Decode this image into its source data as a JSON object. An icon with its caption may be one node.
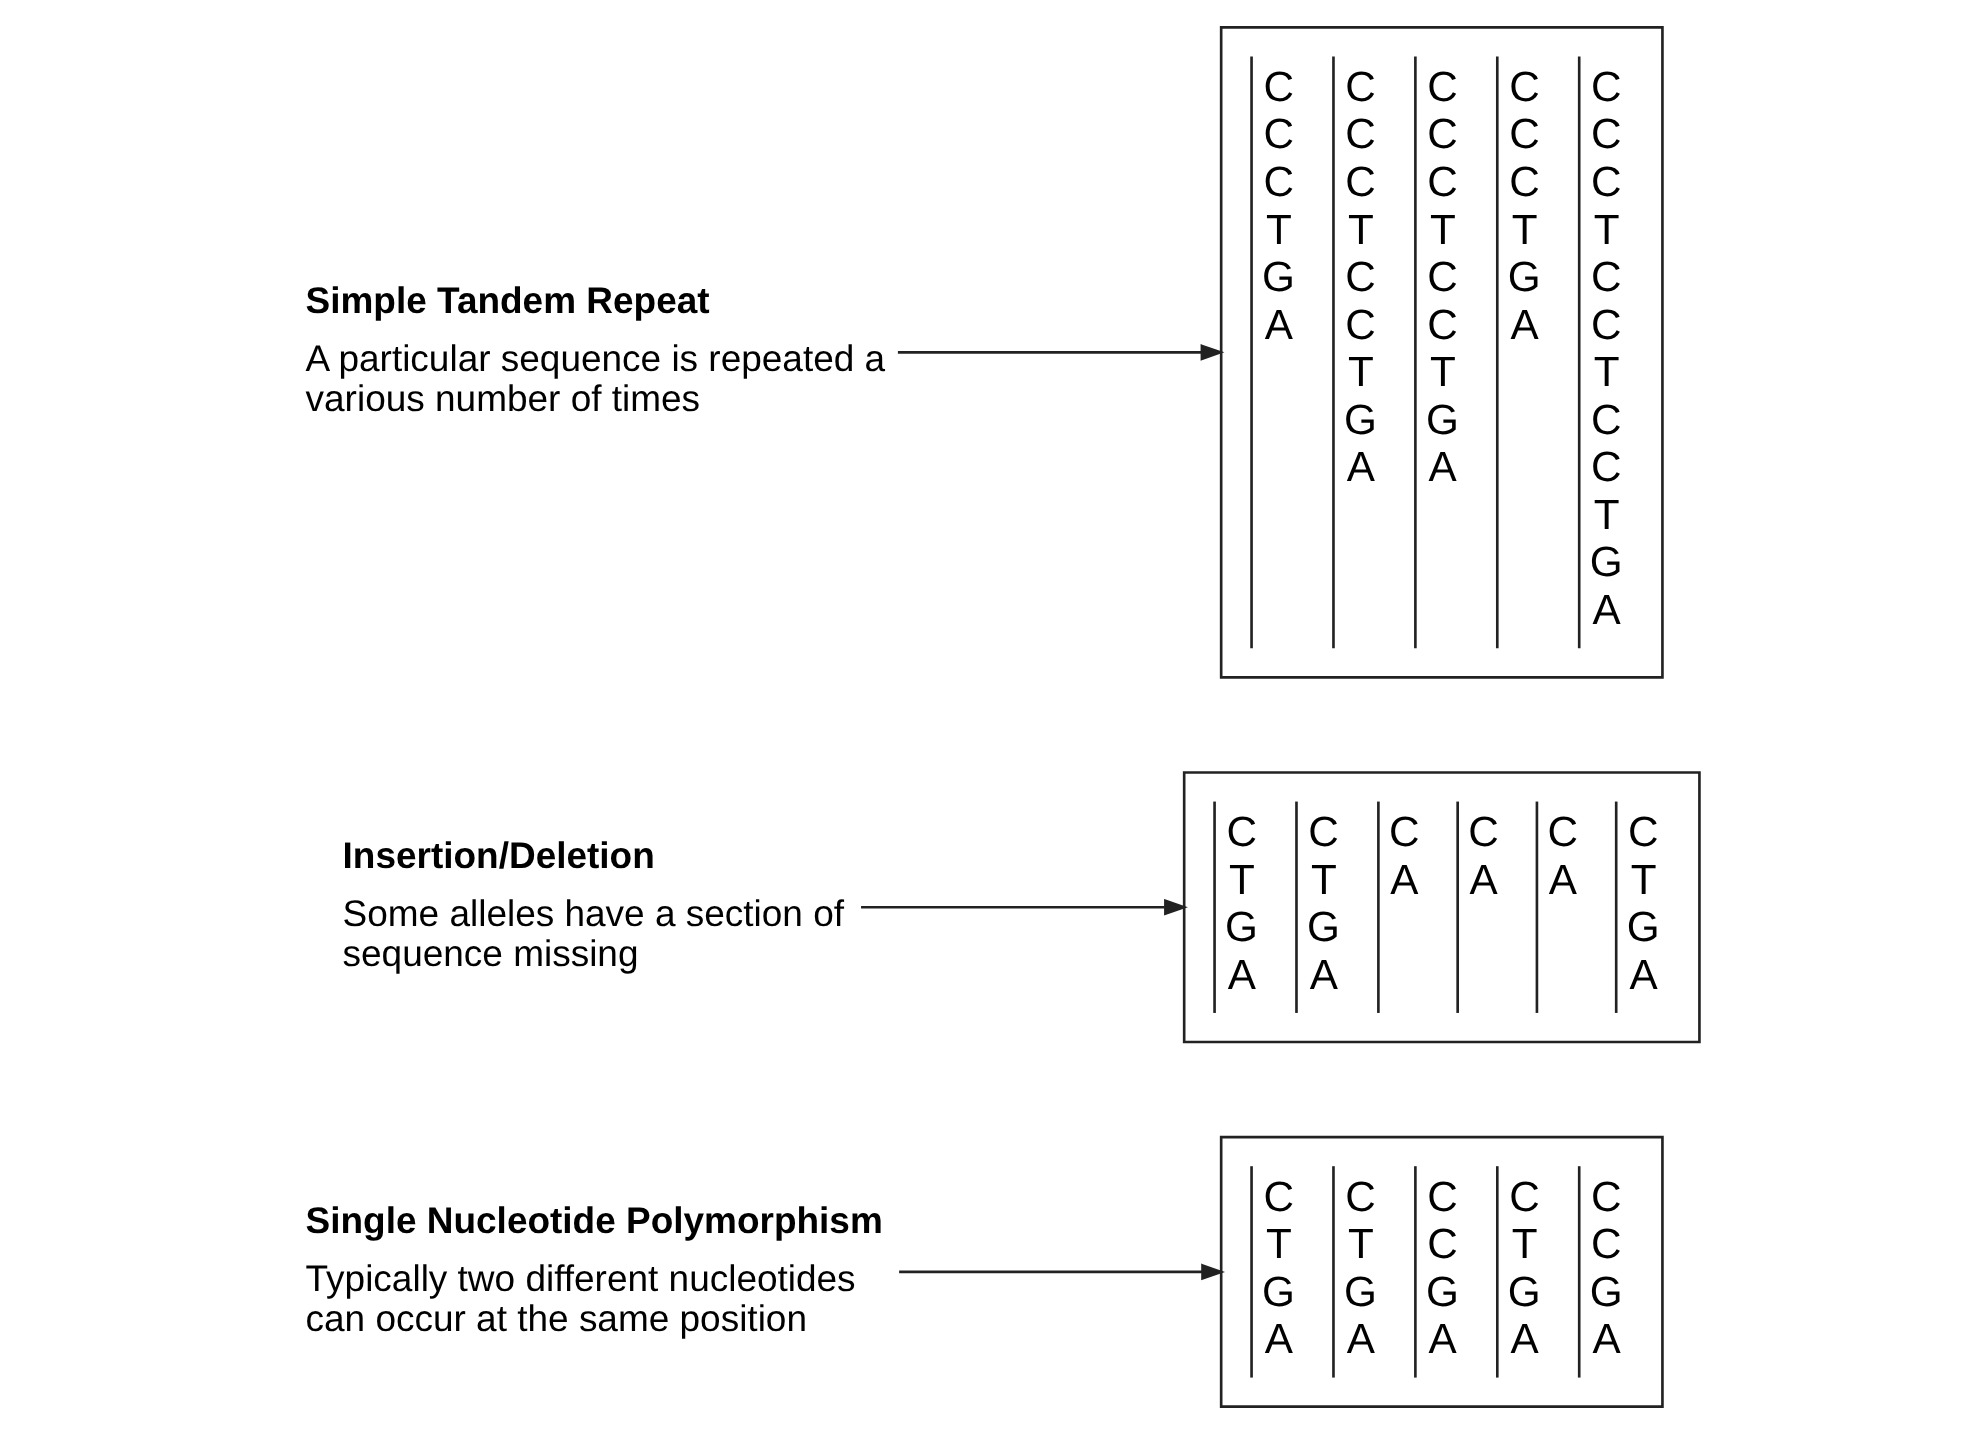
{
  "diagram": {
    "nodes": [
      {
        "text": [
          "Single Nucleotide Polymorphism",
          "Typically two different nucleotides can occur at the same position"
        ]
      },
      {
        "text": [
          "C T G A",
          "C T G A",
          "C C G A",
          "C T G A",
          "C C G A"
        ]
      },
      {
        "text": [
          "Insertion/Deletion",
          "Some alleles have a section of sequence missing"
        ]
      },
      {
        "text": [
          "C T G A",
          "C T G A",
          "C A",
          "C A",
          "C A",
          "C T G A"
        ]
      },
      {
        "text": [
          "Simple Tandem Repeat",
          "A particular sequence is repeated a various number of times"
        ]
      },
      {
        "text": [
          "C C C T G A",
          "C C C T C C T G A",
          "C C C T C C T G A",
          "C C C T G A",
          "C C C T C C T C C T G A"
        ]
      }
    ],
    "edges": [
      {
        "from": 0,
        "to": 1,
        "arrow": "to"
      },
      {
        "from": 2,
        "to": 3,
        "arrow": "to"
      },
      {
        "from": 4,
        "to": 5,
        "arrow": "to"
      }
    ]
  }
}
